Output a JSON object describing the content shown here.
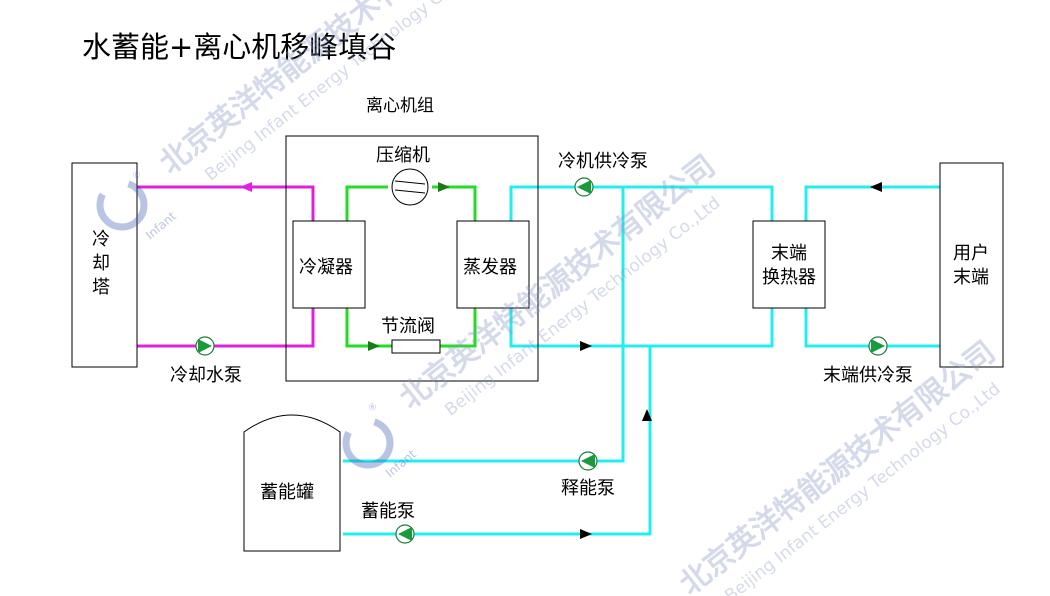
{
  "title": "水蓄能+离心机移峰填谷",
  "chiller_unit": {
    "title": "离心机组",
    "compressor": "压缩机",
    "condenser": "冷凝器",
    "evaporator": "蒸发器",
    "throttle": "节流阀"
  },
  "cooling_tower": [
    "冷",
    "却",
    "塔"
  ],
  "end_heat_exchanger": [
    "末端",
    "换热器"
  ],
  "user_end": [
    "用户",
    "末端"
  ],
  "storage_tank": "蓄能罐",
  "pumps": {
    "chiller_supply": "冷机供冷泵",
    "cooling_water": "冷却水泵",
    "end_supply": "末端供冷泵",
    "release": "释能泵",
    "storage": "蓄能泵"
  },
  "watermark": {
    "company_cn": "北京英洋特能源技术有限公司",
    "company_en": "Beijing Infant Energy Technology Co.,Ltd",
    "logo_text": "Infant",
    "registered": "®"
  },
  "colors": {
    "cooling_water": "#e020e0",
    "refrigerant": "#22dd22",
    "chilled_water": "#22eeee",
    "pump_fill": "#1a9a3a",
    "outline": "#000000"
  }
}
